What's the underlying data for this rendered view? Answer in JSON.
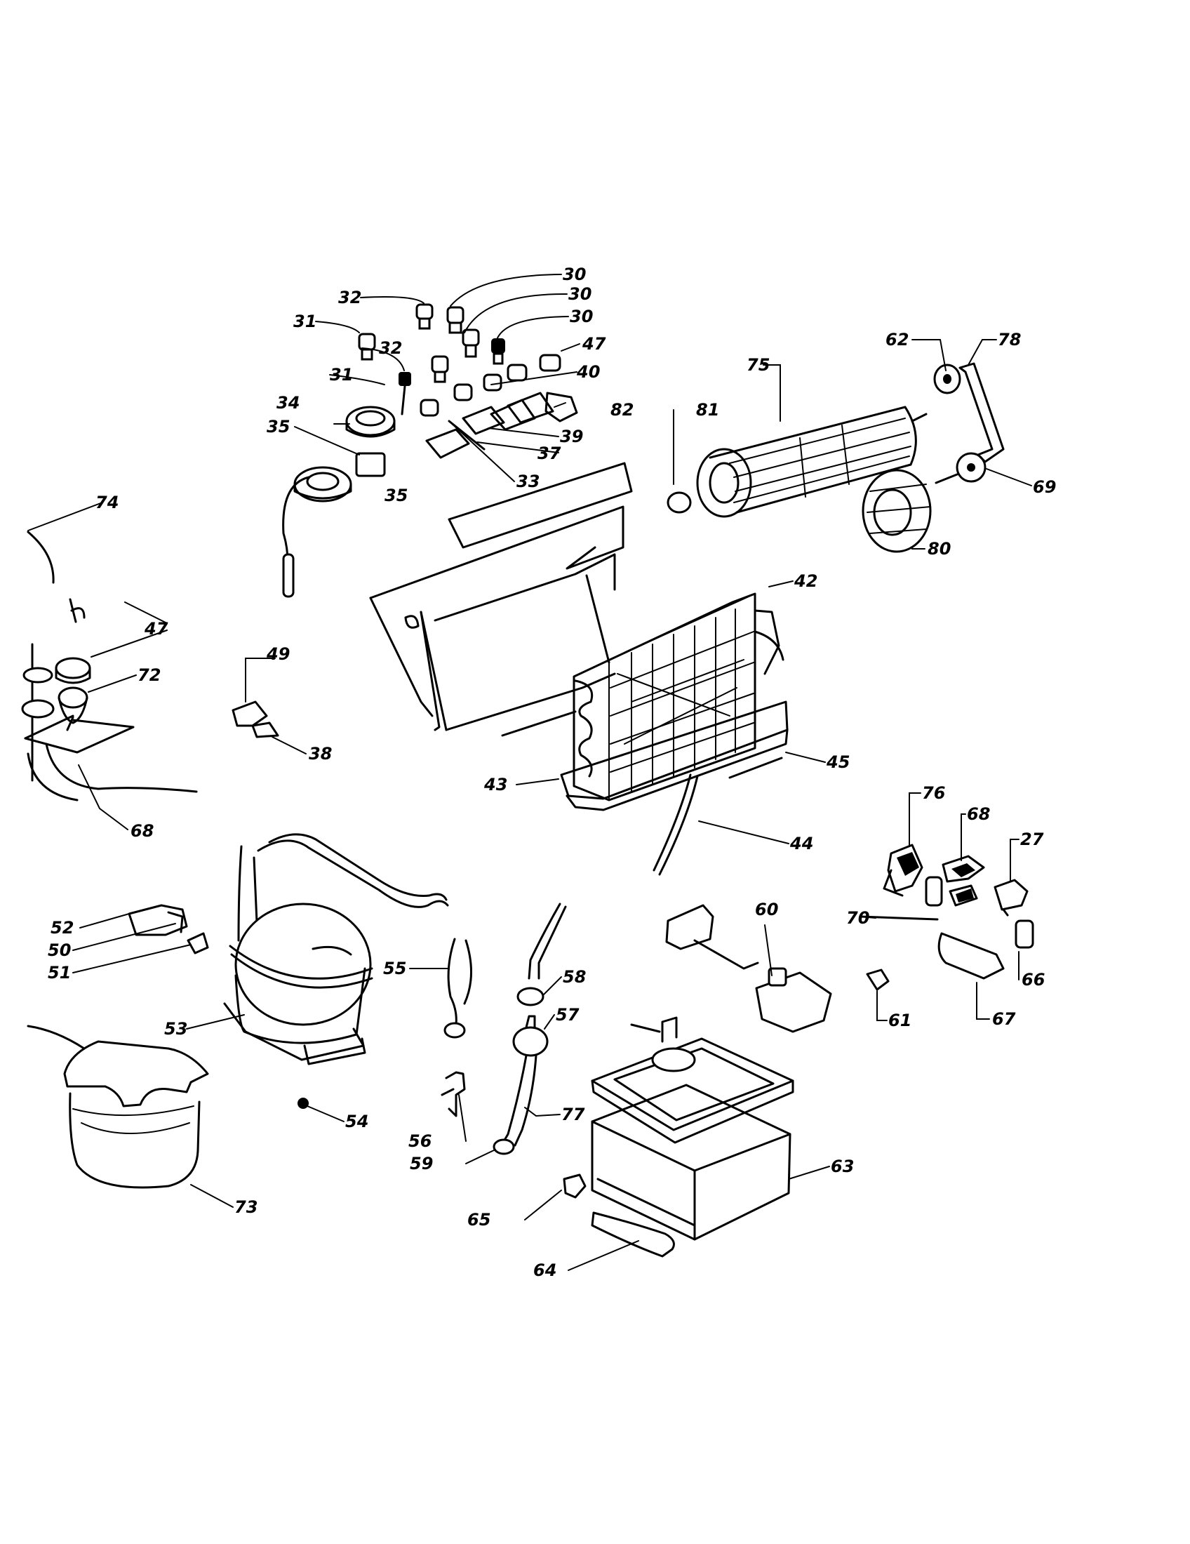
{
  "callouts": [
    {
      "id": "c30a",
      "text": "30"
    },
    {
      "id": "c30b",
      "text": "30"
    },
    {
      "id": "c30c",
      "text": "30"
    },
    {
      "id": "c32a",
      "text": "32"
    },
    {
      "id": "c32b",
      "text": "32"
    },
    {
      "id": "c31a",
      "text": "31"
    },
    {
      "id": "c31b",
      "text": "31"
    },
    {
      "id": "c47a",
      "text": "47"
    },
    {
      "id": "c40",
      "text": "40"
    },
    {
      "id": "c82",
      "text": "82"
    },
    {
      "id": "c34",
      "text": "34"
    },
    {
      "id": "c35a",
      "text": "35"
    },
    {
      "id": "c35b",
      "text": "35"
    },
    {
      "id": "c39",
      "text": "39"
    },
    {
      "id": "c37",
      "text": "37"
    },
    {
      "id": "c33",
      "text": "33"
    },
    {
      "id": "c81",
      "text": "81"
    },
    {
      "id": "c75",
      "text": "75"
    },
    {
      "id": "c62",
      "text": "62"
    },
    {
      "id": "c78",
      "text": "78"
    },
    {
      "id": "c69",
      "text": "69"
    },
    {
      "id": "c80",
      "text": "80"
    },
    {
      "id": "c74",
      "text": "74"
    },
    {
      "id": "c47b",
      "text": "47"
    },
    {
      "id": "c72",
      "text": "72"
    },
    {
      "id": "c68a",
      "text": "68"
    },
    {
      "id": "c49",
      "text": "49"
    },
    {
      "id": "c38",
      "text": "38"
    },
    {
      "id": "c42",
      "text": "42"
    },
    {
      "id": "c45",
      "text": "45"
    },
    {
      "id": "c43",
      "text": "43"
    },
    {
      "id": "c44",
      "text": "44"
    },
    {
      "id": "c76",
      "text": "76"
    },
    {
      "id": "c68b",
      "text": "68"
    },
    {
      "id": "c27",
      "text": "27"
    },
    {
      "id": "c70",
      "text": "70"
    },
    {
      "id": "c66",
      "text": "66"
    },
    {
      "id": "c67",
      "text": "67"
    },
    {
      "id": "c61",
      "text": "61"
    },
    {
      "id": "c60",
      "text": "60"
    },
    {
      "id": "c52",
      "text": "52"
    },
    {
      "id": "c50",
      "text": "50"
    },
    {
      "id": "c51",
      "text": "51"
    },
    {
      "id": "c53",
      "text": "53"
    },
    {
      "id": "c55",
      "text": "55"
    },
    {
      "id": "c58",
      "text": "58"
    },
    {
      "id": "c57",
      "text": "57"
    },
    {
      "id": "c54",
      "text": "54"
    },
    {
      "id": "c56",
      "text": "56"
    },
    {
      "id": "c77",
      "text": "77"
    },
    {
      "id": "c59",
      "text": "59"
    },
    {
      "id": "c63",
      "text": "63"
    },
    {
      "id": "c65",
      "text": "65"
    },
    {
      "id": "c64",
      "text": "64"
    },
    {
      "id": "c73",
      "text": "73"
    }
  ]
}
